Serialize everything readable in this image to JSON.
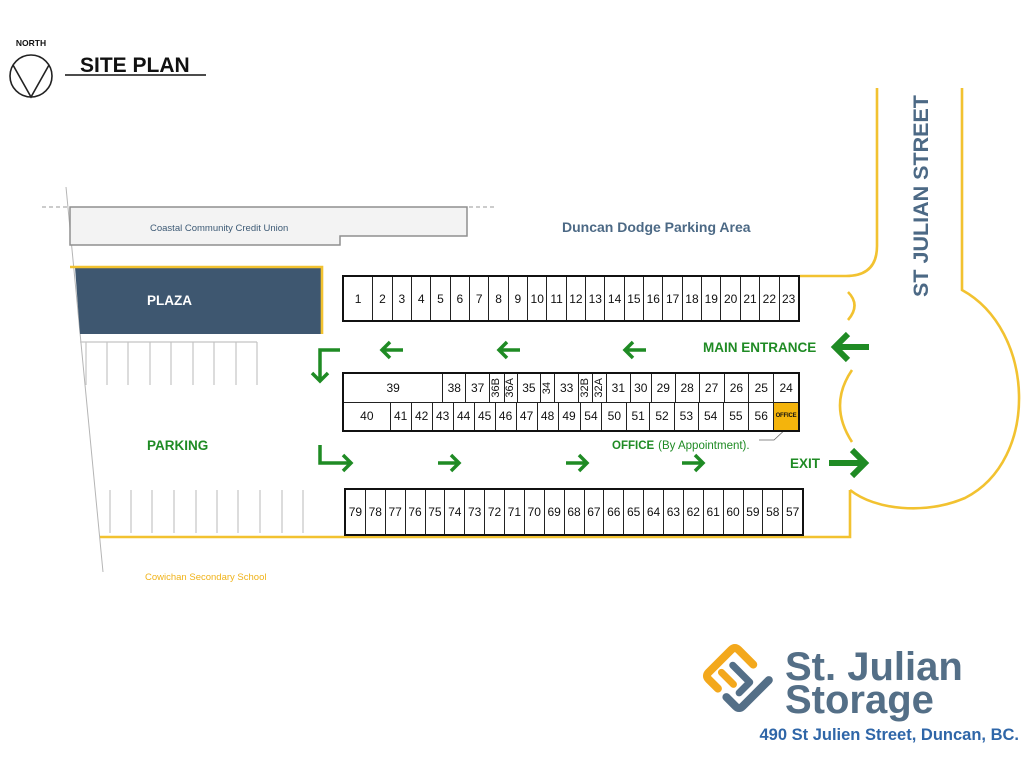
{
  "header": {
    "north_label": "NORTH",
    "title": "SITE PLAN"
  },
  "map_labels": {
    "credit_union": "Coastal Community Credit Union",
    "dodge_parking": "Duncan Dodge Parking Area",
    "plaza": "PLAZA",
    "parking": "PARKING",
    "main_entrance": "MAIN ENTRANCE",
    "exit": "EXIT",
    "school": "Cowichan Secondary School",
    "street": "ST JULIAN STREET"
  },
  "office_note": {
    "label": "OFFICE",
    "detail": "(By Appointment)."
  },
  "rows": {
    "top": [
      "1",
      "2",
      "3",
      "4",
      "5",
      "6",
      "7",
      "8",
      "9",
      "10",
      "11",
      "12",
      "13",
      "14",
      "15",
      "16",
      "17",
      "18",
      "19",
      "20",
      "21",
      "22",
      "23"
    ],
    "middle_upper": [
      "39",
      "38",
      "37",
      "36B",
      "36A",
      "35",
      "34",
      "33",
      "32B",
      "32A",
      "31",
      "30",
      "29",
      "28",
      "27",
      "26",
      "25",
      "24"
    ],
    "middle_lower": [
      "40",
      "41",
      "42",
      "43",
      "44",
      "45",
      "46",
      "47",
      "48",
      "49",
      "54",
      "50",
      "51",
      "52",
      "53",
      "54",
      "55",
      "56",
      "OFFICE"
    ],
    "bottom": [
      "79",
      "78",
      "77",
      "76",
      "75",
      "74",
      "73",
      "72",
      "71",
      "70",
      "69",
      "68",
      "67",
      "66",
      "65",
      "64",
      "63",
      "62",
      "61",
      "60",
      "59",
      "58",
      "57"
    ]
  },
  "logo": {
    "name_line1": "St. Julian",
    "name_line2": "Storage",
    "address": "490 St Julien Street, Duncan, BC."
  },
  "icons": {
    "north": "north-arrow-icon",
    "logo": "logo-icon"
  },
  "colors": {
    "green": "#1f8b24",
    "boundary": "#f2c230",
    "plaza": "#3e5770",
    "office": "#f4b40c",
    "street_text": "#4c6985",
    "logo_yellow": "#f3a81c",
    "logo_slate": "#546f87",
    "address": "#2f66a8",
    "school": "#f0b31a",
    "building": "#3d5a75"
  }
}
